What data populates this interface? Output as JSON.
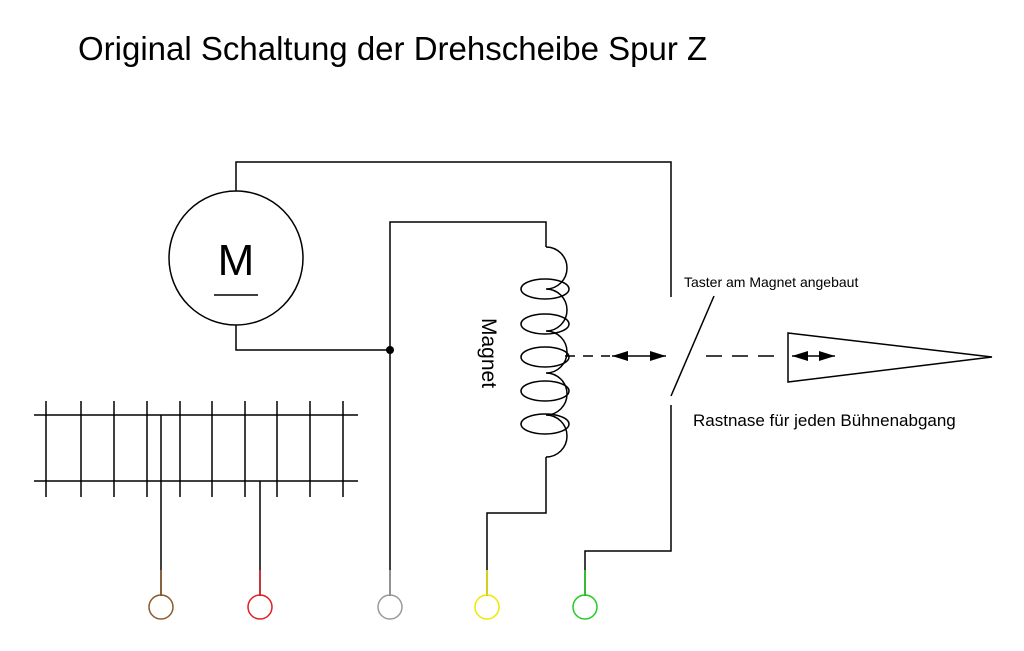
{
  "title": "Original Schaltung der Drehscheibe Spur Z",
  "motor_symbol": "M",
  "coil_label": "Magnet",
  "switch_label": "Taster am Magnet angebaut",
  "detent_label": "Rastnase für jeden Bühnenabgang",
  "terminal_colors": {
    "brown": "#8b5a2b",
    "red": "#e02020",
    "grey": "#9a9a9a",
    "yellow": "#f0e800",
    "green": "#22cc22"
  }
}
